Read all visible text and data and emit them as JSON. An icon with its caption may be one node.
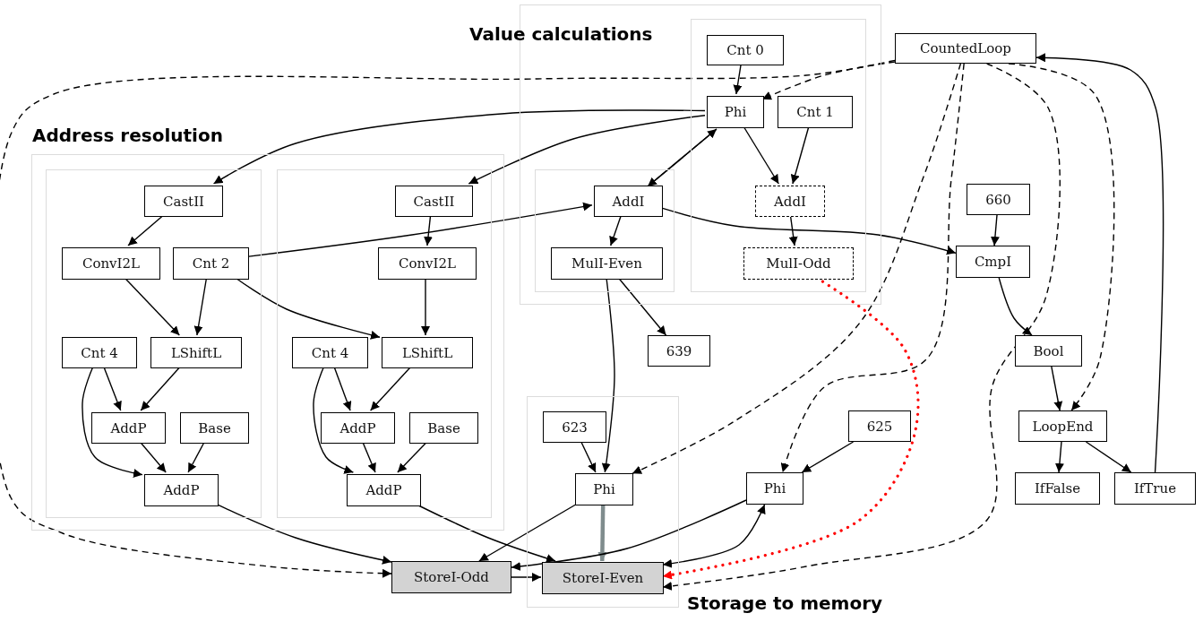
{
  "diagram": {
    "nodes": [
      {
        "text": [
          "Value calculations"
        ]
      },
      {
        "text": [],
        "shape": "box",
        "in": 0
      },
      {
        "text": [],
        "shape": "box",
        "in": 0
      },
      {
        "text": [
          "Cnt 0"
        ],
        "in": 2
      },
      {
        "text": [
          "Phi"
        ],
        "in": 2
      },
      {
        "text": [
          "Cnt 1"
        ],
        "in": 2
      },
      {
        "text": [
          "AddI"
        ],
        "in": 2
      },
      {
        "text": [
          "MulI-Odd"
        ],
        "in": 2
      },
      {
        "text": [
          "AddI"
        ],
        "in": 1
      },
      {
        "text": [
          "MulI-Even"
        ],
        "in": 1
      },
      {
        "text": [
          "CountedLoop"
        ]
      },
      {
        "text": [
          "660"
        ]
      },
      {
        "text": [
          "CmpI"
        ]
      },
      {
        "text": [
          "Address resolution"
        ]
      },
      {
        "text": [],
        "shape": "box",
        "in": 13
      },
      {
        "text": [],
        "shape": "box",
        "in": 13
      },
      {
        "text": [
          "CastII"
        ],
        "in": 14
      },
      {
        "text": [
          "ConvI2L"
        ],
        "in": 14
      },
      {
        "text": [
          "Cnt 2"
        ],
        "in": 14
      },
      {
        "text": [
          "Cnt 4"
        ],
        "in": 14
      },
      {
        "text": [
          "LShiftL"
        ],
        "in": 14
      },
      {
        "text": [
          "AddP"
        ],
        "in": 14
      },
      {
        "text": [
          "Base"
        ],
        "in": 14
      },
      {
        "text": [
          "AddP"
        ],
        "in": 14
      },
      {
        "text": [
          "CastII"
        ],
        "in": 15
      },
      {
        "text": [
          "ConvI2L"
        ],
        "in": 15
      },
      {
        "text": [
          "Cnt 4"
        ],
        "in": 15
      },
      {
        "text": [
          "LShiftL"
        ],
        "in": 15
      },
      {
        "text": [
          "AddP"
        ],
        "in": 15
      },
      {
        "text": [
          "Base"
        ],
        "in": 15
      },
      {
        "text": [
          "AddP"
        ],
        "in": 15
      },
      {
        "text": [
          "639"
        ]
      },
      {
        "text": [
          "Bool"
        ]
      },
      {
        "text": [
          "Storage to memory"
        ]
      },
      {
        "text": [
          "623"
        ],
        "in": 33
      },
      {
        "text": [
          "Phi"
        ],
        "in": 33
      },
      {
        "text": [
          "StoreI-Even"
        ],
        "in": 33
      },
      {
        "text": [
          "StoreI-Odd"
        ]
      },
      {
        "text": [
          "625"
        ]
      },
      {
        "text": [
          "Phi"
        ]
      },
      {
        "text": [
          "LoopEnd"
        ]
      },
      {
        "text": [
          "IfFalse"
        ]
      },
      {
        "text": [
          "IfTrue"
        ]
      }
    ],
    "edges": [
      {
        "from": 3,
        "to": 4,
        "arrow": "to"
      },
      {
        "from": 10,
        "to": 4,
        "arrow": "to",
        "style": "dashed"
      },
      {
        "from": 4,
        "to": 16,
        "arrow": "to"
      },
      {
        "from": 4,
        "to": 24,
        "arrow": "to"
      },
      {
        "from": 4,
        "to": 8,
        "arrow": "to"
      },
      {
        "from": 8,
        "to": 4,
        "arrow": "to"
      },
      {
        "from": 4,
        "to": 6,
        "arrow": "to"
      },
      {
        "from": 5,
        "to": 6,
        "arrow": "to"
      },
      {
        "from": 6,
        "to": 7,
        "arrow": "to"
      },
      {
        "from": 8,
        "to": 9,
        "arrow": "to"
      },
      {
        "from": 8,
        "to": 12,
        "arrow": "to"
      },
      {
        "from": 18,
        "to": 8,
        "arrow": "to"
      },
      {
        "from": 11,
        "to": 12,
        "arrow": "to"
      },
      {
        "from": 12,
        "to": 32,
        "arrow": "to"
      },
      {
        "from": 32,
        "to": 40,
        "arrow": "to"
      },
      {
        "from": 40,
        "to": 41,
        "arrow": "to"
      },
      {
        "from": 40,
        "to": 42,
        "arrow": "to"
      },
      {
        "from": 42,
        "to": 10,
        "arrow": "to"
      },
      {
        "from": 10,
        "to": 40,
        "arrow": "to",
        "style": "dashed"
      },
      {
        "from": 10,
        "to": 37,
        "arrow": "to",
        "style": "dashed"
      },
      {
        "from": 10,
        "to": 35,
        "arrow": "to",
        "style": "dashed"
      },
      {
        "from": 10,
        "to": 39,
        "arrow": "to",
        "style": "dashed"
      },
      {
        "from": 10,
        "to": 36,
        "arrow": "to",
        "style": "dashed"
      },
      {
        "from": 16,
        "to": 17,
        "arrow": "to"
      },
      {
        "from": 17,
        "to": 20,
        "arrow": "to"
      },
      {
        "from": 18,
        "to": 20,
        "arrow": "to"
      },
      {
        "from": 18,
        "to": 27,
        "arrow": "to"
      },
      {
        "from": 19,
        "to": 21,
        "arrow": "to"
      },
      {
        "from": 19,
        "to": 23,
        "arrow": "to"
      },
      {
        "from": 20,
        "to": 21,
        "arrow": "to"
      },
      {
        "from": 21,
        "to": 23,
        "arrow": "to"
      },
      {
        "from": 22,
        "to": 23,
        "arrow": "to"
      },
      {
        "from": 24,
        "to": 25,
        "arrow": "to"
      },
      {
        "from": 25,
        "to": 27,
        "arrow": "to"
      },
      {
        "from": 26,
        "to": 28,
        "arrow": "to"
      },
      {
        "from": 26,
        "to": 30,
        "arrow": "to"
      },
      {
        "from": 27,
        "to": 28,
        "arrow": "to"
      },
      {
        "from": 28,
        "to": 30,
        "arrow": "to"
      },
      {
        "from": 29,
        "to": 30,
        "arrow": "to"
      },
      {
        "from": 23,
        "to": 37,
        "arrow": "to"
      },
      {
        "from": 30,
        "to": 36,
        "arrow": "to"
      },
      {
        "from": 9,
        "to": 31,
        "arrow": "to"
      },
      {
        "from": 9,
        "to": 35,
        "arrow": "to"
      },
      {
        "from": 34,
        "to": 35,
        "arrow": "to"
      },
      {
        "from": 35,
        "to": 37,
        "arrow": "to"
      },
      {
        "from": 35,
        "to": 36,
        "arrow": "to",
        "style": "thick",
        "color": "#7f8c8d"
      },
      {
        "from": 39,
        "to": 37,
        "arrow": "to"
      },
      {
        "from": 36,
        "to": 39,
        "arrow": "both"
      },
      {
        "from": 7,
        "to": 36,
        "arrow": "to",
        "style": "dashed",
        "color": "#ff0000"
      },
      {
        "from": 37,
        "to": 36,
        "arrow": "to"
      },
      {
        "from": 38,
        "to": 39,
        "arrow": "to"
      }
    ]
  }
}
